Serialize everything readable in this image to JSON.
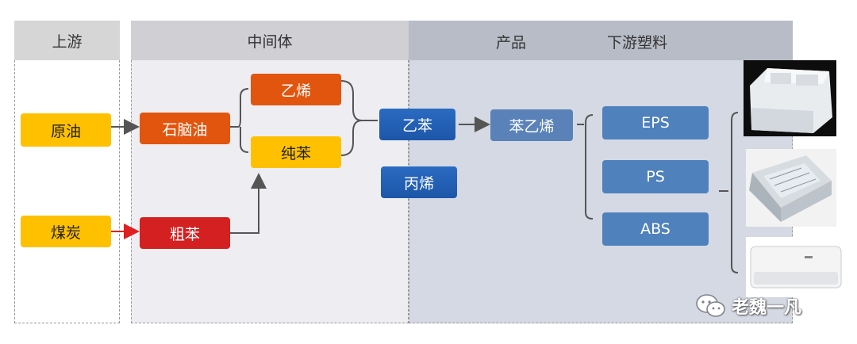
{
  "headers": {
    "upstream": "上游",
    "intermediate": "中间体",
    "product": "产品",
    "downstream": "下游塑料"
  },
  "nodes": {
    "crude_oil": "原油",
    "coal": "煤炭",
    "naphtha": "石脑油",
    "crude_benzene": "粗苯",
    "ethylene": "乙烯",
    "pure_benzene": "纯苯",
    "ethylbenzene": "乙苯",
    "propylene": "丙烯",
    "styrene": "苯乙烯",
    "eps": "EPS",
    "ps": "PS",
    "abs": "ABS"
  },
  "watermark": "老魏一凡",
  "colors": {
    "yellow": "#ffc000",
    "orange": "#e2550f",
    "red": "#d42020",
    "blue": "#2f6fc0",
    "arrow_gray": "#555555",
    "arrow_red": "#e02020"
  },
  "icons": [
    "wechat-logo-icon"
  ]
}
